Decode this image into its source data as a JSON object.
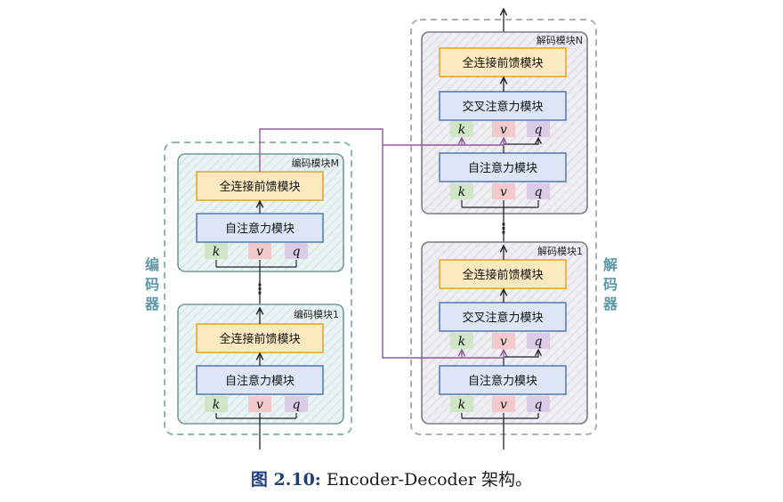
{
  "colors": {
    "encoder_outer_border": "#8fb5b8",
    "encoder_block_fill": "#e7f3f1",
    "encoder_block_border": "#6f9c98",
    "decoder_outer_border": "#b0b0b0",
    "decoder_block_fill": "#ececf0",
    "decoder_block_border": "#7a7a80",
    "ffn_fill": "#fde9bf",
    "ffn_border": "#e8a530",
    "attn_fill": "#dce6f6",
    "attn_border": "#5b7db3",
    "k_fill": "#cfe6c6",
    "v_fill": "#f4c9cc",
    "q_fill": "#dccbe6",
    "cross_line": "#8e5a9b",
    "side_label": "#5c98a5",
    "caption_fig": "#1f3f7a"
  },
  "encoder": {
    "side_label": [
      "编",
      "码",
      "器"
    ],
    "top_block_title": "编码模块M",
    "bottom_block_title": "编码模块1",
    "ffn_label": "全连接前馈模块",
    "self_attn_label": "自注意力模块",
    "k": "k",
    "v": "v",
    "q": "q",
    "ellipsis": "⋮"
  },
  "decoder": {
    "side_label": [
      "解",
      "码",
      "器"
    ],
    "top_block_title": "解码模块N",
    "bottom_block_title": "解码模块1",
    "ffn_label": "全连接前馈模块",
    "cross_attn_label": "交叉注意力模块",
    "self_attn_label": "自注意力模块",
    "k": "k",
    "v": "v",
    "q": "q",
    "ellipsis": "⋮"
  },
  "caption": {
    "figure_label": "图 2.10:",
    "text": " Encoder-Decoder 架构。"
  }
}
